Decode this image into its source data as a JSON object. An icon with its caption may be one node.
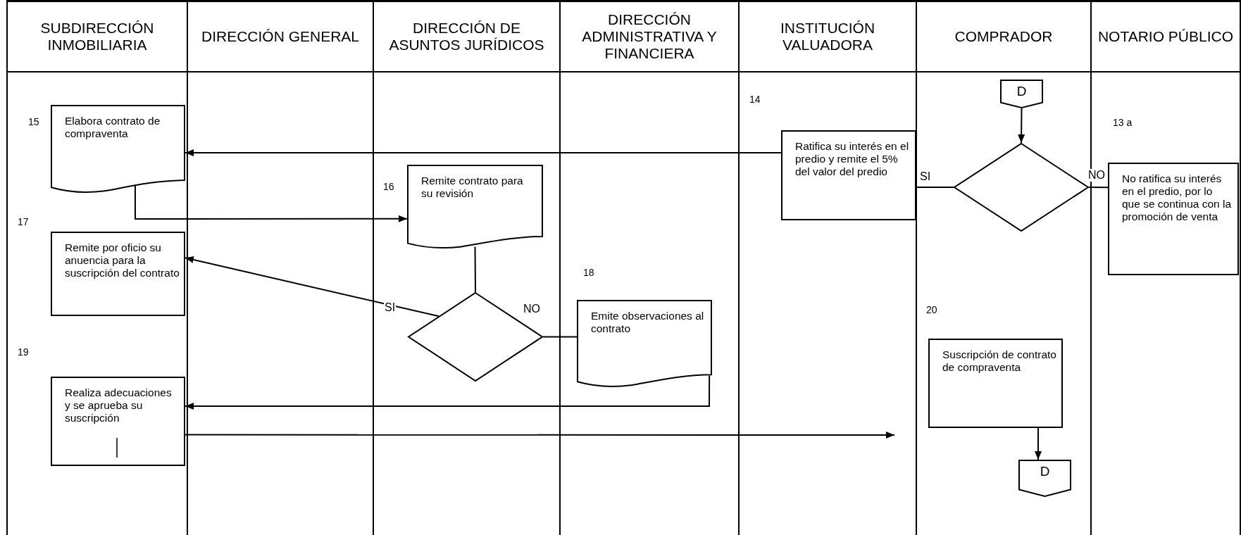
{
  "diagram": {
    "nodes": [
      {
        "text": [
          "SUBDIRECCIÓN INMOBILIARIA"
        ]
      },
      {
        "text": [
          "DIRECCIÓN GENERAL"
        ]
      },
      {
        "text": [
          "DIRECCIÓN DE ASUNTOS JURÍDICOS"
        ]
      },
      {
        "text": [
          "DIRECCIÓN ADMINISTRATIVA Y FINANCIERA"
        ]
      },
      {
        "text": [
          "INSTITUCIÓN VALUADORA"
        ]
      },
      {
        "text": [
          "COMPRADOR"
        ]
      },
      {
        "text": [
          "NOTARIO PÚBLICO"
        ]
      },
      {
        "text": [
          "D"
        ]
      },
      {
        "text": [
          "Elabora contrato de compraventa"
        ],
        "beside": [
          "15"
        ]
      },
      {
        "text": [
          "Ratifica su interés en el predio y remite el 5% del valor del predio"
        ],
        "beside": [
          "14"
        ]
      },
      {
        "text": [],
        "shape": "diamond"
      },
      {
        "text": [
          "No ratifica su interés en el predio, por lo que se continua con la promoción de venta"
        ],
        "beside": [
          "13 a"
        ]
      },
      {
        "text": [
          "Remite contrato para su revisión"
        ],
        "beside": [
          "16"
        ]
      },
      {
        "text": [
          "Remite por oficio su anuencia para la suscripción del contrato"
        ],
        "beside": [
          "17"
        ]
      },
      {
        "text": [],
        "shape": "diamond"
      },
      {
        "text": [
          "Emite observaciones al contrato"
        ],
        "beside": [
          "18"
        ]
      },
      {
        "text": [
          "Realiza adecuaciones y se aprueba su suscripción"
        ],
        "beside": [
          "19"
        ]
      },
      {
        "text": [
          "Suscripción de contrato de compraventa"
        ],
        "beside": [
          "20"
        ]
      },
      {
        "text": [
          "D"
        ]
      }
    ],
    "edges": [
      {
        "from": 7,
        "to": 10,
        "arrow": "to"
      },
      {
        "from": 10,
        "to": 9,
        "arrow": "none",
        "label": "SI"
      },
      {
        "from": 10,
        "to": 11,
        "arrow": "none",
        "label": "NO"
      },
      {
        "from": 9,
        "to": 8,
        "arrow": "to"
      },
      {
        "from": 8,
        "to": 12,
        "arrow": "to"
      },
      {
        "from": 12,
        "to": 14,
        "arrow": "none"
      },
      {
        "from": 14,
        "to": 13,
        "arrow": "to",
        "label": "SI"
      },
      {
        "from": 14,
        "to": 15,
        "arrow": "none",
        "label": "NO"
      },
      {
        "from": 15,
        "to": 16,
        "arrow": "to"
      },
      {
        "from": 16,
        "to": null,
        "arrow": "to"
      },
      {
        "from": 17,
        "to": 18,
        "arrow": "to"
      }
    ]
  }
}
